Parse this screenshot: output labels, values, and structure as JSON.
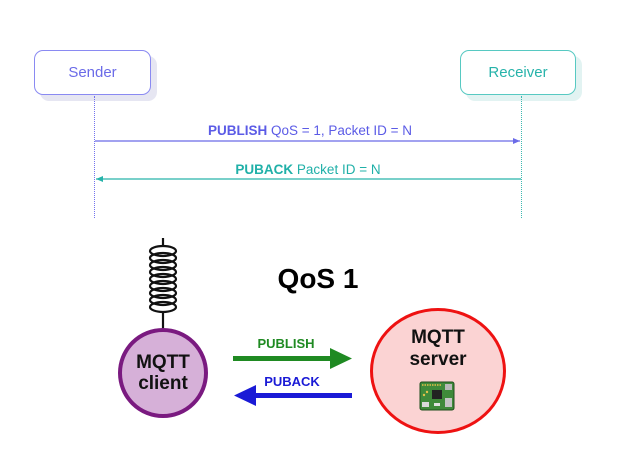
{
  "sequence": {
    "sender_label": "Sender",
    "receiver_label": "Receiver",
    "publish_msg": {
      "keyword": "PUBLISH",
      "detail": " QoS = 1, Packet ID = N"
    },
    "puback_msg": {
      "keyword": "PUBACK",
      "detail": " Packet ID = N"
    }
  },
  "illustration": {
    "title": "QoS 1",
    "client": {
      "line1": "MQTT",
      "line2": "client"
    },
    "server": {
      "line1": "MQTT",
      "line2": "server"
    },
    "publish_label": "PUBLISH",
    "puback_label": "PUBACK",
    "icons": [
      "antenna-coil-icon",
      "circuit-board-icon"
    ]
  },
  "colors": {
    "sender": "#6b6be8",
    "receiver": "#27b3aa",
    "client_border": "#7a1a80",
    "client_fill": "#d6b0d8",
    "server_border": "#ee1212",
    "server_fill": "#fbd3d3",
    "publish_arrow": "#1f8a22",
    "puback_arrow": "#1a1ad6"
  }
}
